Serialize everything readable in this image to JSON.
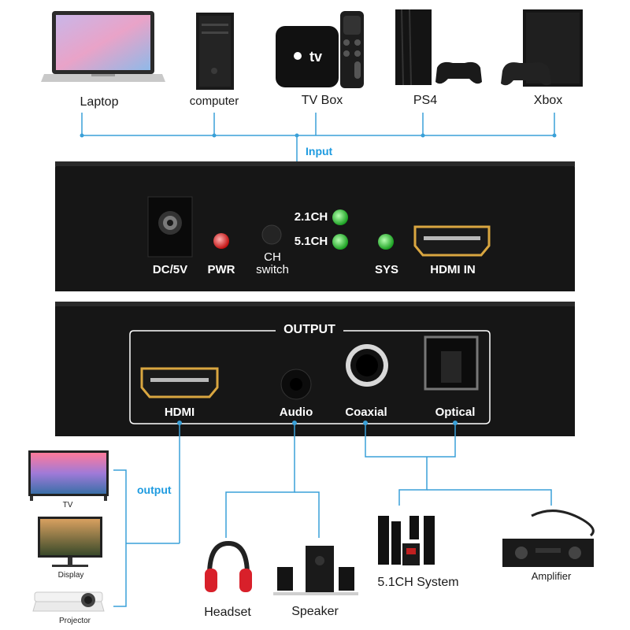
{
  "sources": {
    "laptop": "Laptop",
    "computer": "computer",
    "tvbox": "TV Box",
    "ps4": "PS4",
    "xbox": "Xbox"
  },
  "tvbox_logo": "tv",
  "input_label": "Input",
  "output_label": "output",
  "front_panel": {
    "dc": "DC/5V",
    "pwr": "PWR",
    "ch_switch_line1": "CH",
    "ch_switch_line2": "switch",
    "ch21": "2.1CH",
    "ch51": "5.1CH",
    "sys": "SYS",
    "hdmi_in": "HDMI IN"
  },
  "back_panel": {
    "output_title": "OUTPUT",
    "hdmi": "HDMI",
    "audio": "Audio",
    "coaxial": "Coaxial",
    "optical": "Optical"
  },
  "displays": {
    "tv": "TV",
    "display": "Display",
    "projector": "Projector"
  },
  "audio_devices": {
    "headset": "Headset",
    "speaker": "Speaker",
    "system51": "5.1CH System",
    "amplifier": "Amplifier"
  },
  "colors": {
    "line": "#3aa0d8",
    "panel": "#141414",
    "gold": "#d9a640",
    "led_green": "#2fcf3b",
    "led_red": "#e02020"
  }
}
